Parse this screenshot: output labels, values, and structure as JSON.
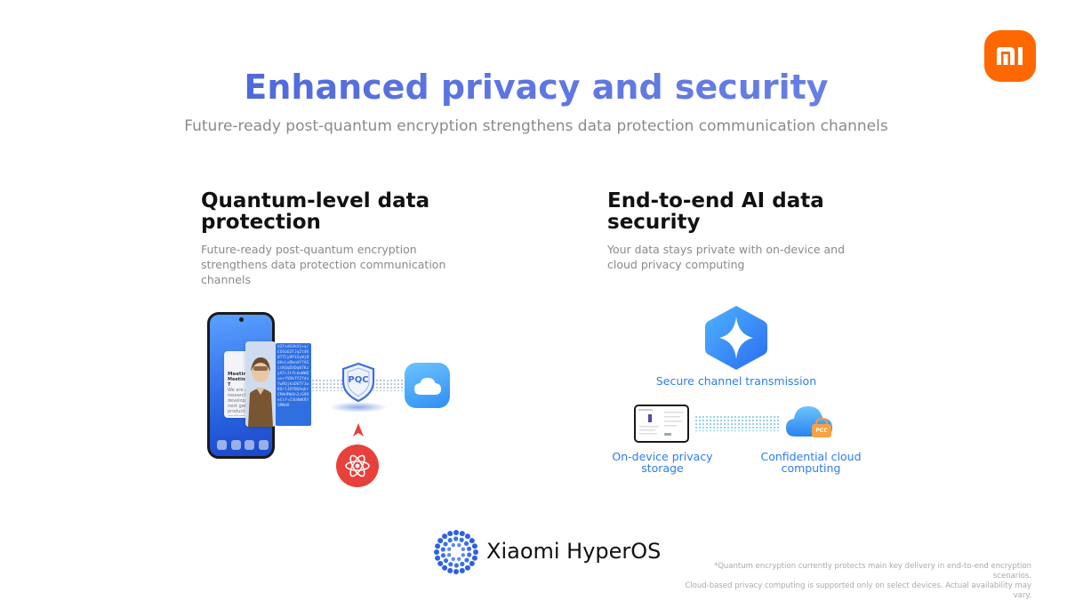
{
  "brand": {
    "logo_text": "mi",
    "accent_color": "#ff6700",
    "title_color": "#4a63dc"
  },
  "header": {
    "title": "Enhanced privacy and security",
    "subtitle": "Future-ready post-quantum encryption strengthens data protection communication channels"
  },
  "left_section": {
    "title_line1": "Quantum-level data",
    "title_line2": "protection",
    "desc_line1": "Future-ready post-quantum encryption",
    "desc_line2": "strengthens data protection communication",
    "desc_line3": "channels",
    "illustration": {
      "card_title": "Meeting",
      "card_subtitle": "Meeting T",
      "card_body": "We are al research developme next gene products. analyze al",
      "cipher_text": "U2FsdGVkX1+a/EOSbDZFJqZt4KBTTEy9P1XyWjBOH+LxBbnAY7ASctKQqDXDq07KzyA7cJtfLkwWWQuv+fVDkfYZfdxYwRQjkaD6TF1wKOrlJDYBQAqhrCMAHMkRn2zS99eCsf+Z3U4WKRYSMN4K",
      "shield_label": "PQC",
      "icons": [
        "phone-icon",
        "cipher-block",
        "pqc-shield-icon",
        "cloud-icon",
        "atom-icon",
        "arrow-up-icon"
      ]
    }
  },
  "right_section": {
    "title_line1": "End-to-end AI data",
    "title_line2": "security",
    "desc_line1": "Your data stays private with on-device and",
    "desc_line2": "cloud privacy computing",
    "secure_channel": "Secure channel transmission",
    "on_device_line1": "On-device privacy",
    "on_device_line2": "storage",
    "cloud_line1": "Confidential cloud",
    "cloud_line2": "computing",
    "cloud_badge": "PCC",
    "icons": [
      "hexagon-spark-icon",
      "tablet-icon",
      "cloud-pcc-icon"
    ]
  },
  "footer": {
    "product_name": "Xiaomi HyperOS",
    "note_line1": "*Quantum encryption currently protects main key delivery in end-to-end encryption scenarios.",
    "note_line2": "Cloud-based privacy computing is supported only on select devices. Actual availability may vary."
  }
}
